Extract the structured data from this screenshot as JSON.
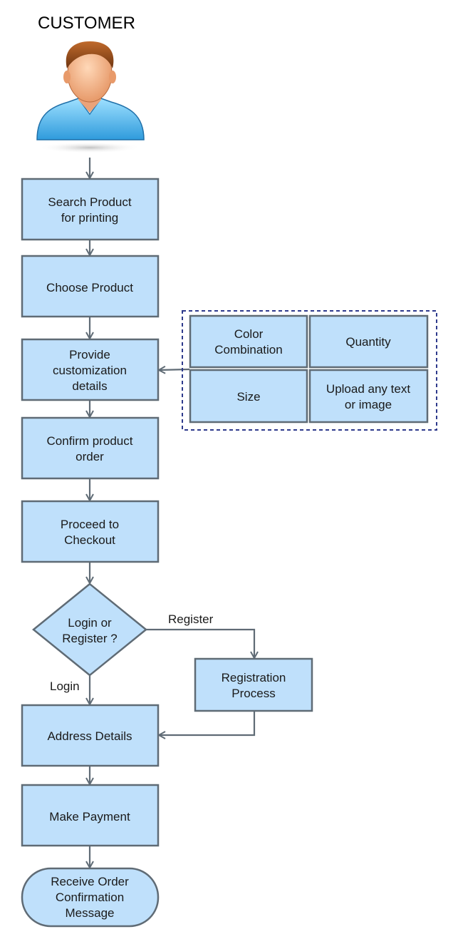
{
  "actor": {
    "label": "CUSTOMER",
    "icon": "customer-avatar-icon"
  },
  "steps": {
    "search": [
      "Search Product",
      "for printing"
    ],
    "choose": [
      "Choose Product"
    ],
    "customize": [
      "Provide",
      "customization",
      "details"
    ],
    "confirm": [
      "Confirm product",
      "order"
    ],
    "checkout": [
      "Proceed to",
      "Checkout"
    ],
    "decision": [
      "Login or",
      "Register ?"
    ],
    "registration": [
      "Registration",
      "Process"
    ],
    "address": [
      "Address Details"
    ],
    "payment": [
      "Make Payment"
    ],
    "receive": [
      "Receive Order",
      "Confirmation",
      "Message"
    ]
  },
  "customization_options": {
    "color": [
      "Color",
      "Combination"
    ],
    "quantity": [
      "Quantity"
    ],
    "size": [
      "Size"
    ],
    "upload": [
      "Upload any text",
      "or image"
    ]
  },
  "edges": {
    "login": "Login",
    "register": "Register"
  },
  "colors": {
    "box_fill": "#bfe0fb",
    "box_stroke": "#5f6b75",
    "dashed_group": "#2e3a8c"
  }
}
